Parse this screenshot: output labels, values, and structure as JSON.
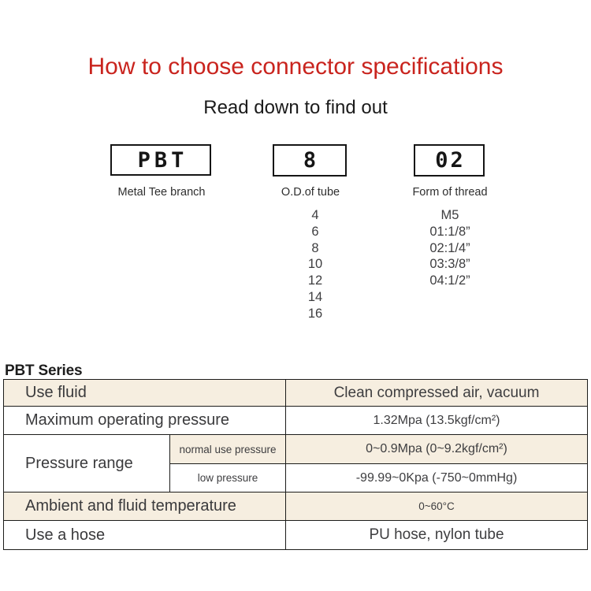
{
  "colors": {
    "accent-red": "#c9241e",
    "row-beige": "#f6eee0",
    "table-border": "#1c1c1a",
    "text-dark": "#3a3a3c"
  },
  "header": {
    "title": "How to choose connector specifications",
    "subtitle": "Read down to find out"
  },
  "diagram": {
    "segments": [
      {
        "code": "PBT",
        "label": "Metal Tee branch"
      },
      {
        "code": "8",
        "label": "O.D.of tube",
        "options": [
          "4",
          "6",
          "8",
          "10",
          "12",
          "14",
          "16"
        ]
      },
      {
        "code": "02",
        "label": "Form of thread",
        "options": [
          "M5",
          "01:1/8”",
          "02:1/4”",
          "03:3/8”",
          "04:1/2”"
        ]
      }
    ]
  },
  "series": {
    "heading": "PBT Series",
    "spec_table": {
      "rows": [
        {
          "label": "Use fluid",
          "value": "Clean compressed air, vacuum"
        },
        {
          "label": "Maximum operating pressure",
          "value": "1.32Mpa (13.5kgf/cm²)"
        },
        {
          "label": "Pressure range",
          "sublabel": "normal use pressure",
          "value": "0~0.9Mpa (0~9.2kgf/cm²)"
        },
        {
          "sublabel": "low pressure",
          "value": "-99.99~0Kpa (-750~0mmHg)"
        },
        {
          "label": "Ambient and fluid temperature",
          "value": "0~60°C"
        },
        {
          "label": "Use a hose",
          "value": "PU hose, nylon tube"
        }
      ]
    }
  }
}
